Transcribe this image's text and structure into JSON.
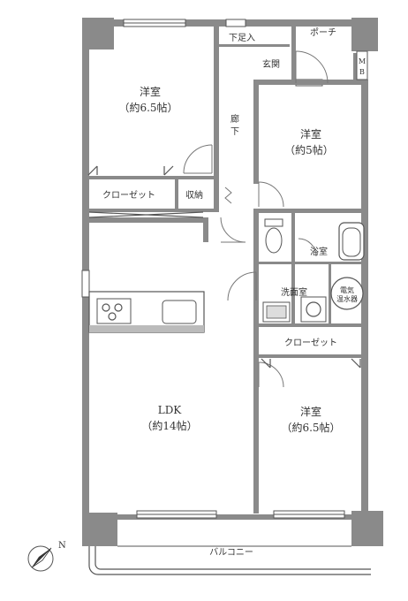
{
  "rooms": {
    "western_1": {
      "name": "洋室",
      "size": "（約6.5帖）"
    },
    "western_2": {
      "name": "洋室",
      "size": "（約5帖）"
    },
    "western_3": {
      "name": "洋室",
      "size": "（約6.5帖）"
    },
    "ldk": {
      "name": "LDK",
      "size": "（約14帖）"
    },
    "closet_1": "クローゼット",
    "closet_2": "クローゼット",
    "storage": "収納",
    "shoe_box": "下足入",
    "entrance": "玄関",
    "porch": "ポーチ",
    "mb": [
      "M",
      "B"
    ],
    "corridor": [
      "廊",
      "下"
    ],
    "bathroom": "浴室",
    "washroom": "洗面室",
    "water_heater": [
      "電気",
      "温水器"
    ],
    "balcony": "バルコニー"
  },
  "compass": {
    "label": "N"
  },
  "colors": {
    "wall": "#8a8a8a",
    "line": "#555555",
    "text": "#333333"
  }
}
